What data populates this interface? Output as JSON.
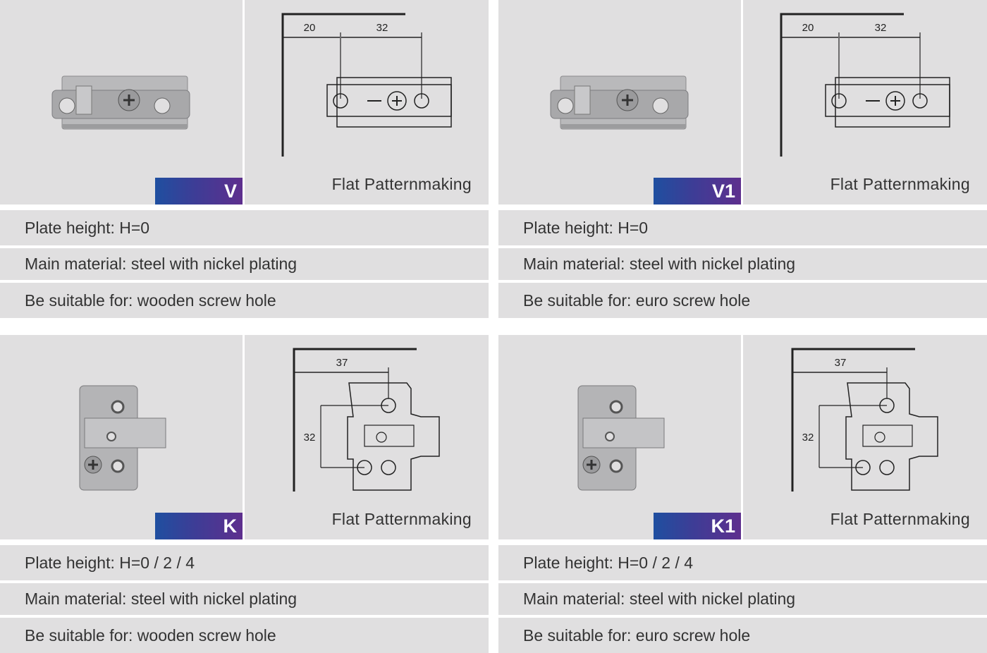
{
  "panels": [
    {
      "badge": "V",
      "caption": "Flat Patternmaking",
      "dims": [
        "20",
        "32"
      ],
      "specs": [
        "Plate height: H=0",
        "Main material: steel with nickel plating",
        "Be suitable for: wooden screw hole"
      ]
    },
    {
      "badge": "V1",
      "caption": "Flat Patternmaking",
      "dims": [
        "20",
        "32"
      ],
      "specs": [
        "Plate height: H=0",
        "Main material: steel with nickel plating",
        "Be suitable for: euro screw hole"
      ]
    },
    {
      "badge": "K",
      "caption": "Flat Patternmaking",
      "dims": [
        "37",
        "32"
      ],
      "specs": [
        "Plate height: H=0 / 2 / 4",
        "Main material: steel with nickel plating",
        "Be suitable for: wooden screw hole"
      ]
    },
    {
      "badge": "K1",
      "caption": "Flat Patternmaking",
      "dims": [
        "37",
        "32"
      ],
      "specs": [
        "Plate height: H=0 / 2 / 4",
        "Main material: steel with nickel plating",
        "Be suitable for: euro screw hole"
      ]
    }
  ]
}
